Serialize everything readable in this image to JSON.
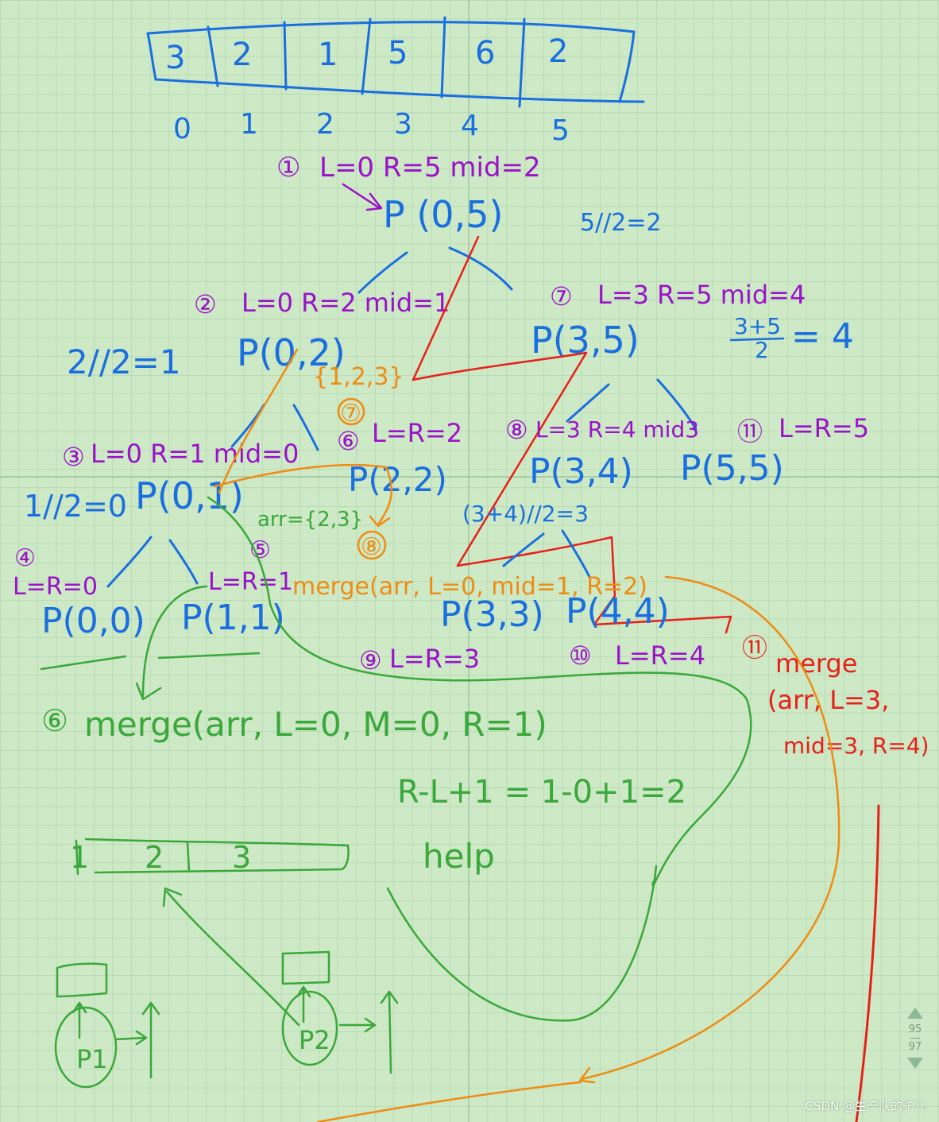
{
  "colors": {
    "paper": "#cde9c6",
    "grid": "#a8cda6",
    "grid_major": "#8fbf97",
    "blue": "#1a6fe0",
    "purple": "#9b12c9",
    "green": "#3aa83a",
    "orange": "#f08c12",
    "red": "#e8201a"
  },
  "array": {
    "cells": [
      "3",
      "2",
      "1",
      "5",
      "6",
      "2"
    ],
    "indices": [
      "0",
      "1",
      "2",
      "3",
      "4",
      "5"
    ]
  },
  "steps": {
    "s1_num": "①",
    "s1_text": "L=0  R=5  mid=2",
    "s2_num": "②",
    "s2_text": "L=0  R=2  mid=1",
    "s3_num": "③",
    "s3_text": "L=0  R=1  mid=0",
    "s4_num": "④",
    "s4_text": "L=R=0",
    "s5_num": "⑤",
    "s5_text": "L=R=1",
    "s6_num": "⑥",
    "s6_text": "L=R=2",
    "s7_num": "⑦",
    "s7_text": "L=3  R=5  mid=4",
    "s8_num": "⑧",
    "s8_text": "L=3  R=4  mid3",
    "s9_num": "⑨",
    "s9_text": "L=R=3",
    "s10_num": "⑩",
    "s10_text": "L=R=4",
    "s11_num": "⑪",
    "s11_text": "L=R=5"
  },
  "nodes": {
    "p05": "P (0,5)",
    "p02": "P(0,2)",
    "p35": "P(3,5)",
    "p01": "P(0,1)",
    "p22": "P(2,2)",
    "p34": "P(3,4)",
    "p55": "P(5,5)",
    "p00": "P(0,0)",
    "p11": "P(1,1)",
    "p33": "P(3,3)",
    "p44": "P(4,4)"
  },
  "notes": {
    "div_5": "5//2=2",
    "div_2": "2//2=1",
    "div_1": "1//2=0",
    "div_34": "(3+4)//2=3",
    "frac_top": "3+5",
    "frac_bottom": "2",
    "frac_eq": "= 4",
    "set_123": "{1,2,3}",
    "arr_23": "arr={2,3}",
    "orange_7": "⑦",
    "orange_8": "⑧",
    "merge_orange": "merge(arr, L=0, mid=1, R=2)",
    "merge_green_num": "⑥",
    "merge_green": "merge(arr, L=0,  M=0, R=1)",
    "formula": "R-L+1 = 1-0+1=2",
    "help": "help",
    "help_cells": [
      "1",
      "2",
      "3"
    ],
    "p1": "P1",
    "p2": "P2",
    "merge_red_num": "⑪",
    "merge_red_1": "merge",
    "merge_red_2": "(arr, L=3,",
    "merge_red_3": "mid=3, R=4)"
  },
  "pager": {
    "current": "95",
    "total": "97"
  },
  "watermark": "CSDN @生产队的驴儿"
}
